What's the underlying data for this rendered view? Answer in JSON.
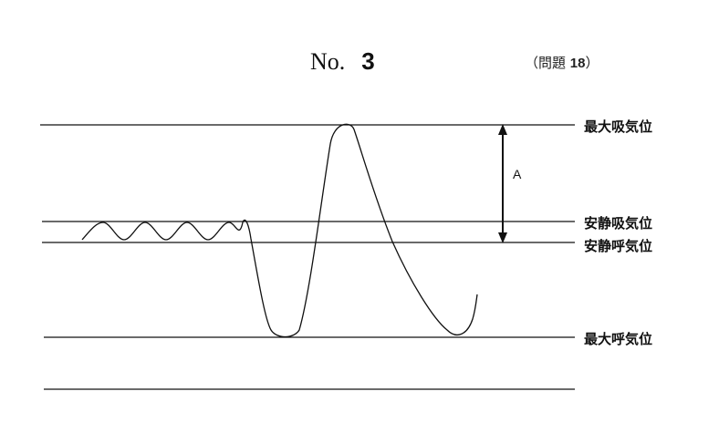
{
  "header": {
    "no_label": "No.",
    "no_value": "3",
    "question_ref": {
      "open": "（問題 ",
      "number": "18",
      "close": "）"
    }
  },
  "levels": {
    "max_inspiratory": "最大吸気位",
    "resting_inspiratory": "安静吸気位",
    "resting_expiratory": "安静呼気位",
    "max_expiratory": "最大呼気位"
  },
  "marker": {
    "label": "A"
  },
  "colors": {
    "line": "#111111",
    "background": "#ffffff"
  }
}
